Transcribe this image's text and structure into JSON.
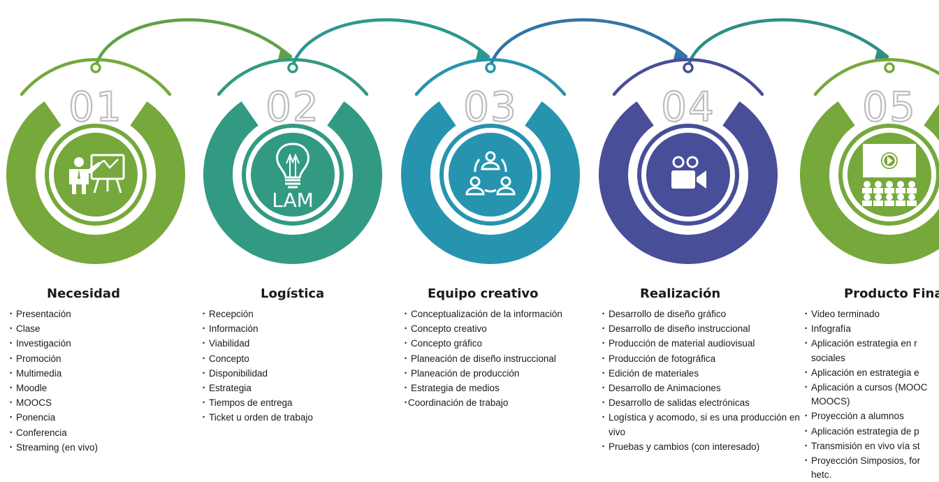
{
  "steps": [
    {
      "number": "01",
      "title": "Necesidad",
      "color": "#76A83C",
      "icon": "presentation-teacher-icon",
      "items": [
        "Presentación",
        "Clase",
        "Investigación",
        "Promoción",
        "Multimedia",
        "Moodle",
        "MOOCS",
        "Ponencia",
        "Conferencia",
        "Streaming (en vivo)"
      ]
    },
    {
      "number": "02",
      "title": "Logística",
      "color": "#329A82",
      "icon": "lightbulb-icon",
      "icon_label": "LAM",
      "items": [
        "Recepción",
        "Información",
        "Viabilidad",
        "Concepto",
        "Disponibilidad",
        "Estrategia",
        "Tiempos de entrega",
        "Ticket u orden de trabajo"
      ]
    },
    {
      "number": "03",
      "title": "Equipo creativo",
      "color": "#2694AE",
      "icon": "team-network-icon",
      "items": [
        "Conceptualización de la información",
        "Concepto creativo",
        "Concepto gráfico",
        "Planeación de diseño instruccional",
        "Planeación de producción",
        "Estrategia de medios",
        "Coordinación de trabajo"
      ]
    },
    {
      "number": "04",
      "title": "Realización",
      "color": "#484E98",
      "icon": "video-camera-icon",
      "items": [
        "Desarrollo de diseño gráfico",
        "Desarrollo de diseño instruccional",
        "Producción de material audiovisual",
        "Producción de fotográfica",
        "Edición de materiales",
        "Desarrollo de Animaciones",
        "Desarrollo de salidas electrónicas",
        "Logística y acomodo, si es una producción en vivo",
        "Pruebas y cambios (con interesado)"
      ]
    },
    {
      "number": "05",
      "title": "Producto Fina",
      "color": "#76A83C",
      "icon": "screen-audience-icon",
      "items": [
        "Video terminado",
        "Infografía",
        "Aplicación estrategia en r",
        "sociales",
        "Aplicación en estrategia e",
        "Aplicación a cursos (MOOC",
        "MOOCS)",
        "Proyección a alumnos",
        "Aplicación estrategia de p",
        "Transmisión en vivo vía st",
        "Proyección Simposios, for",
        "hetc."
      ]
    }
  ]
}
